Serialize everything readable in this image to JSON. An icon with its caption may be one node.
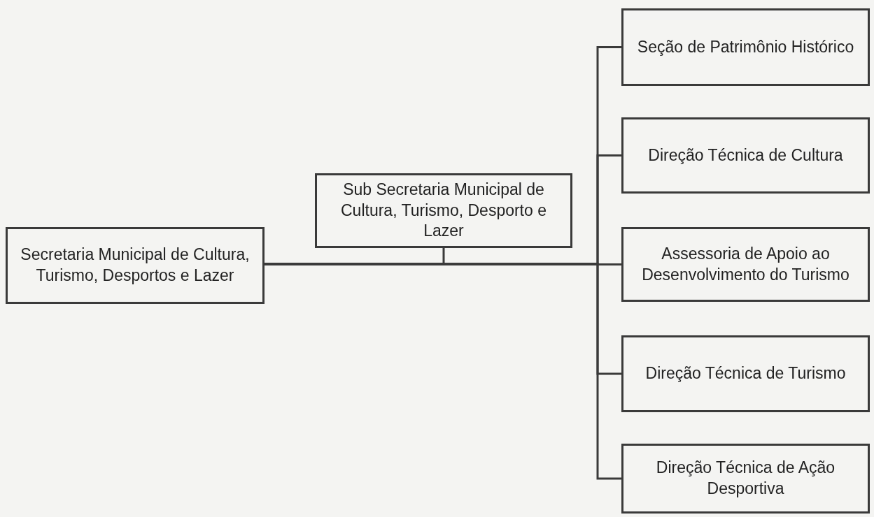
{
  "diagram": {
    "nodes": [
      {
        "text": [
          "Secretaria Municipal de Cultura, Turismo, Desportos e Lazer"
        ]
      },
      {
        "text": [
          "Sub Secretaria Municipal de Cultura, Turismo, Desporto e Lazer"
        ]
      },
      {
        "text": [
          "Seção de Patrimônio Histórico"
        ]
      },
      {
        "text": [
          "Direção Técnica de Cultura"
        ]
      },
      {
        "text": [
          "Assessoria de Apoio ao Desenvolvimento do Turismo"
        ]
      },
      {
        "text": [
          "Direção Técnica de Turismo"
        ]
      },
      {
        "text": [
          "Direção Técnica de Ação Desportiva"
        ]
      }
    ],
    "edges": [
      {
        "from": 0,
        "to": 1,
        "arrow": "none"
      },
      {
        "from": 0,
        "to": 2,
        "arrow": "none"
      },
      {
        "from": 0,
        "to": 3,
        "arrow": "none"
      },
      {
        "from": 0,
        "to": 4,
        "arrow": "none"
      },
      {
        "from": 0,
        "to": 5,
        "arrow": "none"
      },
      {
        "from": 0,
        "to": 6,
        "arrow": "none"
      }
    ]
  }
}
